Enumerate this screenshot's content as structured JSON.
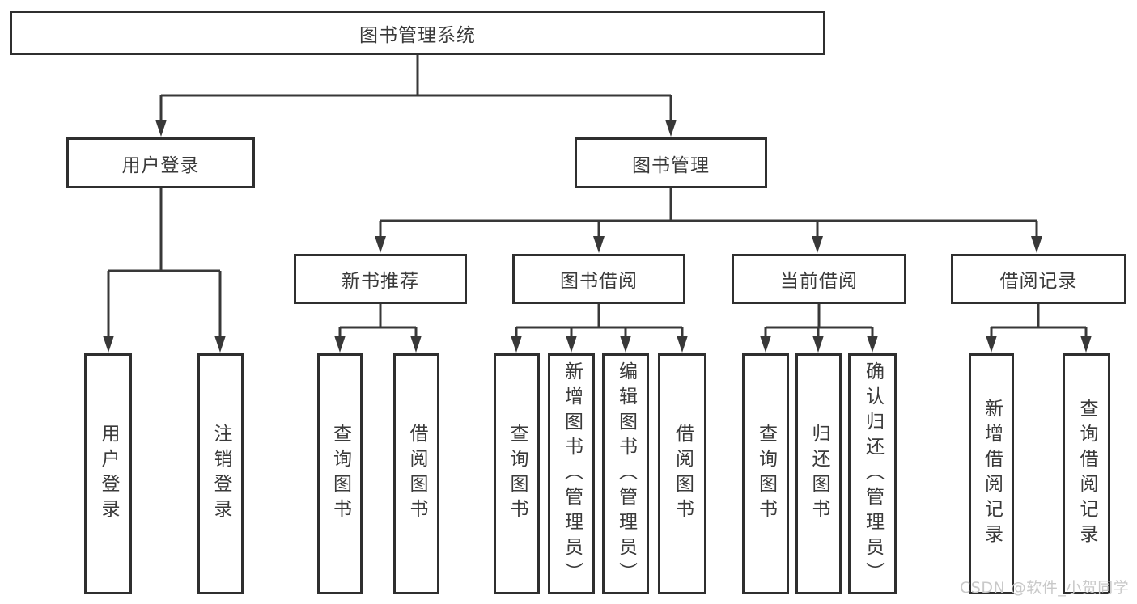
{
  "diagram": {
    "root": {
      "label": "图书管理系统"
    },
    "user_login_branch": {
      "label": "用户登录",
      "children": [
        {
          "label": "用户登录"
        },
        {
          "label": "注销登录"
        }
      ]
    },
    "book_mgmt_branch": {
      "label": "图书管理",
      "sections": [
        {
          "label": "新书推荐",
          "children": [
            {
              "label": "查询图书"
            },
            {
              "label": "借阅图书"
            }
          ]
        },
        {
          "label": "图书借阅",
          "children": [
            {
              "label": "查询图书"
            },
            {
              "label": "新增图书（管理员）"
            },
            {
              "label": "编辑图书（管理员）"
            },
            {
              "label": "借阅图书"
            }
          ]
        },
        {
          "label": "当前借阅",
          "children": [
            {
              "label": "查询图书"
            },
            {
              "label": "归还图书"
            },
            {
              "label": "确认归还（管理员）"
            }
          ]
        },
        {
          "label": "借阅记录",
          "children": [
            {
              "label": "新增借阅记录"
            },
            {
              "label": "查询借阅记录"
            }
          ]
        }
      ]
    }
  },
  "watermark": {
    "text": "CSDN @软件_小贺同学"
  },
  "colors": {
    "background": "#ffffff",
    "line": "#383838",
    "box_border": "#2f2f2f",
    "text": "#3a3a3a",
    "watermark": "#c9c9c9"
  }
}
